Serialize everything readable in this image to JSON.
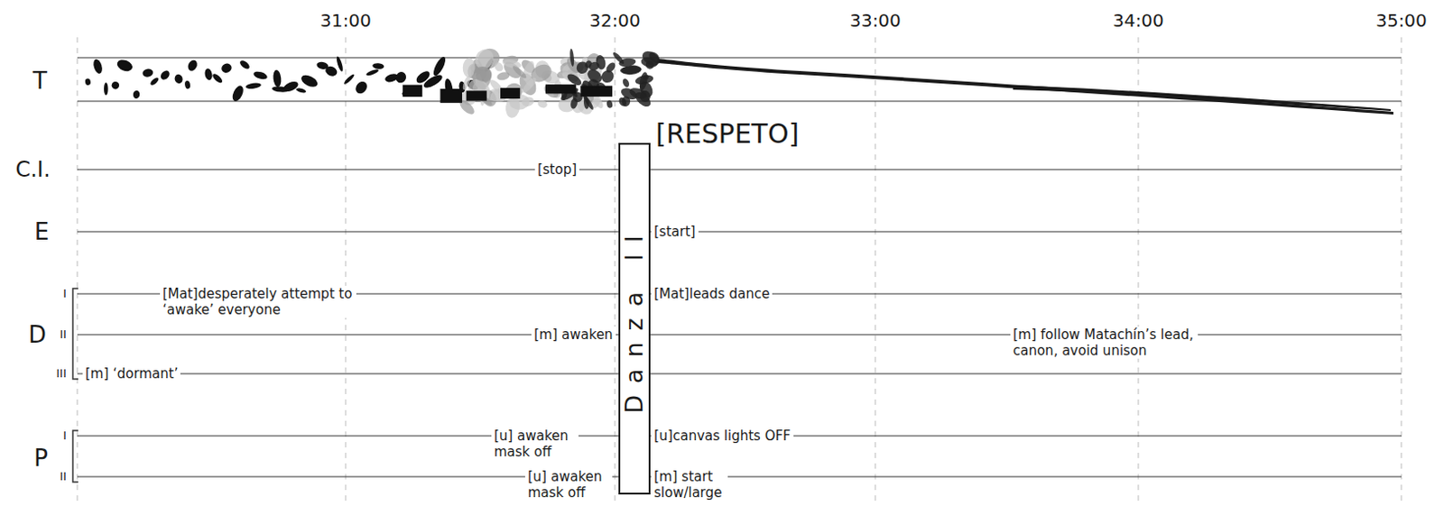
{
  "diagram": {
    "nodes": [
      {
        "text": [
          "Danza II"
        ]
      }
    ],
    "labels": [
      "31:00",
      "32:00",
      "33:00",
      "34:00",
      "35:00",
      "T",
      "C.I.",
      "E",
      "D",
      "I",
      "II",
      "III",
      "P",
      "I",
      "II",
      "[RESPETO]",
      "[stop]",
      "[start]",
      "[Mat]desperately attempt to ‘awake’ everyone",
      "[Mat]leads dance",
      "[m] awaken",
      "[m] follow Matachín’s lead, canon, avoid unison",
      "[m] ‘dormant’",
      "[u] awaken mask off",
      "[u]canvas lights OFF",
      "[u] awaken mask off",
      "[m] start slow/large"
    ]
  }
}
